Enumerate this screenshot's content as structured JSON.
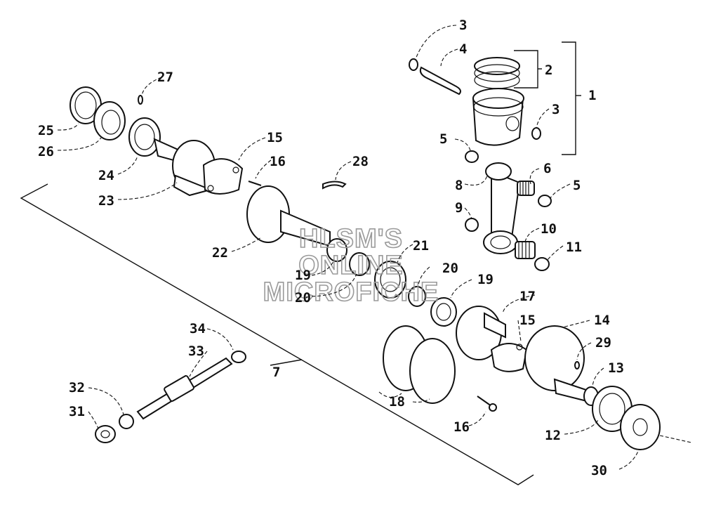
{
  "watermark": {
    "line1": "HLSM'S",
    "line2": "ONLINE",
    "line3": "MICROFICHE"
  },
  "callouts": {
    "c1": "1",
    "c2": "2",
    "c3a": "3",
    "c3b": "3",
    "c4": "4",
    "c5a": "5",
    "c5b": "5",
    "c6": "6",
    "c7": "7",
    "c8": "8",
    "c9": "9",
    "c10": "10",
    "c11": "11",
    "c12": "12",
    "c13": "13",
    "c14": "14",
    "c15a": "15",
    "c15b": "15",
    "c16a": "16",
    "c16b": "16",
    "c17": "17",
    "c18": "18",
    "c19a": "19",
    "c19b": "19",
    "c20a": "20",
    "c20b": "20",
    "c21": "21",
    "c22": "22",
    "c23": "23",
    "c24": "24",
    "c25": "25",
    "c26": "26",
    "c27": "27",
    "c28": "28",
    "c29": "29",
    "c30": "30",
    "c31": "31",
    "c32": "32",
    "c33": "33",
    "c34": "34"
  }
}
